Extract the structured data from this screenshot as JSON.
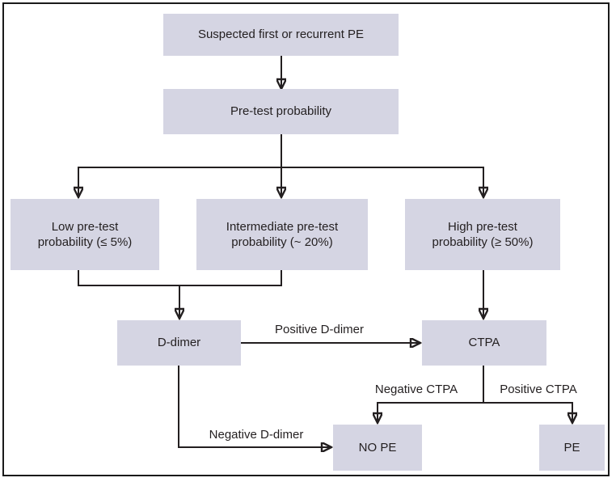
{
  "theme": {
    "background": "#ffffff",
    "frame_color": "#1a1a1a",
    "node_fill": "#d5d5e3",
    "line_color": "#231f20",
    "text_color": "#231f20"
  },
  "nodes": {
    "suspected": {
      "label": "Suspected first or recurrent PE"
    },
    "pretest": {
      "label": "Pre-test probability"
    },
    "low": {
      "label": "Low pre-test\nprobability (≤ 5%)"
    },
    "intermediate": {
      "label": "Intermediate pre-test\nprobability (~ 20%)"
    },
    "high": {
      "label": "High pre-test\nprobability (≥ 50%)"
    },
    "ddimer": {
      "label": "D-dimer"
    },
    "ctpa": {
      "label": "CTPA"
    },
    "no_pe": {
      "label": "NO PE"
    },
    "pe": {
      "label": "PE"
    }
  },
  "edge_labels": {
    "positive_ddimer": {
      "label": "Positive D-dimer"
    },
    "negative_ddimer": {
      "label": "Negative D-dimer"
    },
    "negative_ctpa": {
      "label": "Negative CTPA"
    },
    "positive_ctpa": {
      "label": "Positive CTPA"
    }
  }
}
